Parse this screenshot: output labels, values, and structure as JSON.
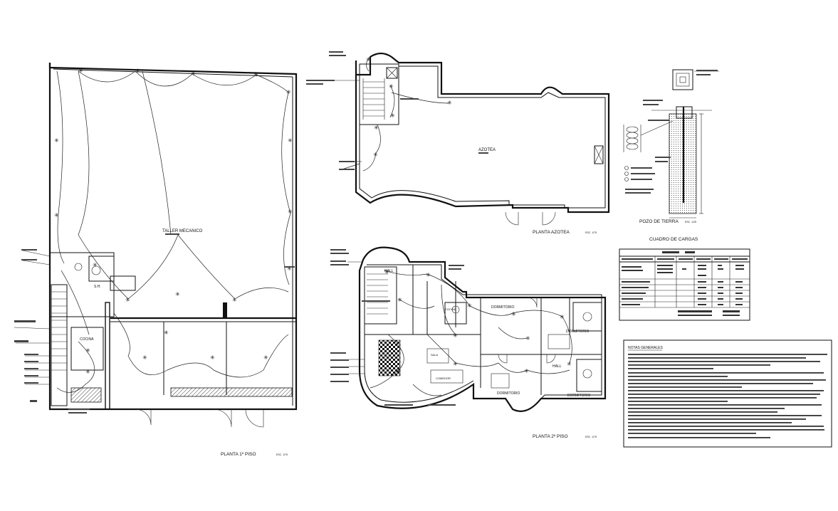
{
  "plans": {
    "floor1": {
      "title": "PLANTA 1º PISO",
      "scale": "ESC. 1/75",
      "rooms": {
        "workshop": "TALLER MECANICO",
        "sh": "S.H.",
        "kitchen": "COCINA"
      }
    },
    "roof": {
      "title": "PLANTA AZOTEA",
      "scale": "ESC. 1/75",
      "rooms": {
        "roof": "AZOTEA"
      }
    },
    "floor2": {
      "title": "PLANTA 2º PISO",
      "scale": "ESC. 1/75",
      "rooms": {
        "hall": "HALL",
        "bedroom1": "DORMITORIO",
        "bedroom2": "DORMITORIO",
        "bedroom3": "DORMITORIO",
        "bedroom4": "DORMITORIO",
        "hall2": "HALL",
        "kitchen": "COCINA",
        "living": "SALA",
        "dining": "COMEDOR"
      }
    }
  },
  "ground_well": {
    "title": "POZO DE TIERRA",
    "scale": "ESC. 1/25"
  },
  "load_table": {
    "title": "CUADRO DE CARGAS"
  },
  "notes": {
    "title": "NOTAS GENERALES"
  },
  "colors": {
    "ink": "#111111",
    "paper": "#ffffff"
  }
}
